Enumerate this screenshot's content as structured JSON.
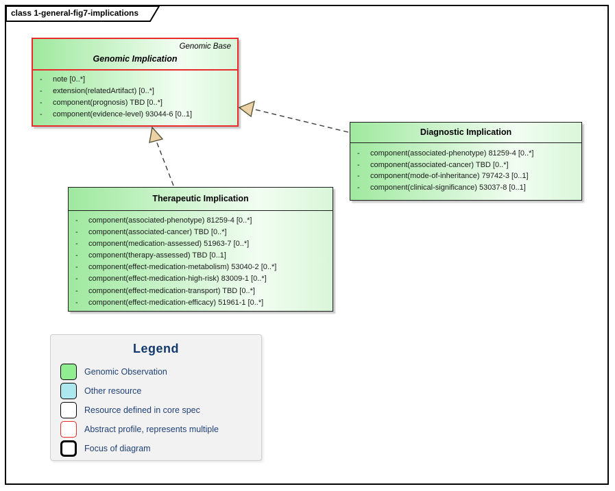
{
  "frame": {
    "title": "class 1-general-fig7-implications"
  },
  "visibility_marker": "-",
  "classes": {
    "genomic": {
      "stereotype": "Genomic Base",
      "name": "Genomic Implication",
      "attributes": [
        "note [0..*]",
        "extension(relatedArtifact) [0..*]",
        "component(prognosis) TBD [0..*]",
        "component(evidence-level) 93044-6 [0..1]"
      ]
    },
    "diagnostic": {
      "name": "Diagnostic Implication",
      "attributes": [
        "component(associated-phenotype) 81259-4 [0..*]",
        "component(associated-cancer) TBD [0..*]",
        "component(mode-of-inheritance) 79742-3 [0..1]",
        "component(clinical-significance) 53037-8 [0..1]"
      ]
    },
    "therapeutic": {
      "name": "Therapeutic Implication",
      "attributes": [
        "component(associated-phenotype) 81259-4 [0..*]",
        "component(associated-cancer) TBD [0..*]",
        "component(medication-assessed) 51963-7 [0..*]",
        "component(therapy-assessed) TBD [0..1]",
        "component(effect-medication-metabolism) 53040-2 [0..*]",
        "component(effect-medication-high-risk) 83009-1 [0..*]",
        "component(effect-medication-transport) TBD [0..*]",
        "component(effect-medication-efficacy) 51961-1 [0..*]"
      ]
    }
  },
  "legend": {
    "title": "Legend",
    "items": [
      {
        "swatch": "green-box",
        "label": "Genomic Observation"
      },
      {
        "swatch": "cyan-box",
        "label": "Other resource"
      },
      {
        "swatch": "white-box",
        "label": "Resource defined in core spec"
      },
      {
        "swatch": "red-outline-box",
        "label": "Abstract profile, represents multiple"
      },
      {
        "swatch": "thick-black-box",
        "label": "Focus of diagram"
      }
    ]
  },
  "colors": {
    "class_border": "#1c1c1c",
    "abstract_border": "#e82a2a",
    "fill_start": "#9fe89f",
    "fill_mid": "#f2fdf2",
    "fill_end": "#d9f6d9",
    "arrow_fill": "#ecd2a4",
    "arrow_stroke": "#55553a",
    "genomic_observation": "#90ee90",
    "other_resource": "#aee8ef",
    "legend_heading": "#123a6d",
    "legend_text": "#1f4077",
    "legend_bg": "#f2f2f2"
  }
}
